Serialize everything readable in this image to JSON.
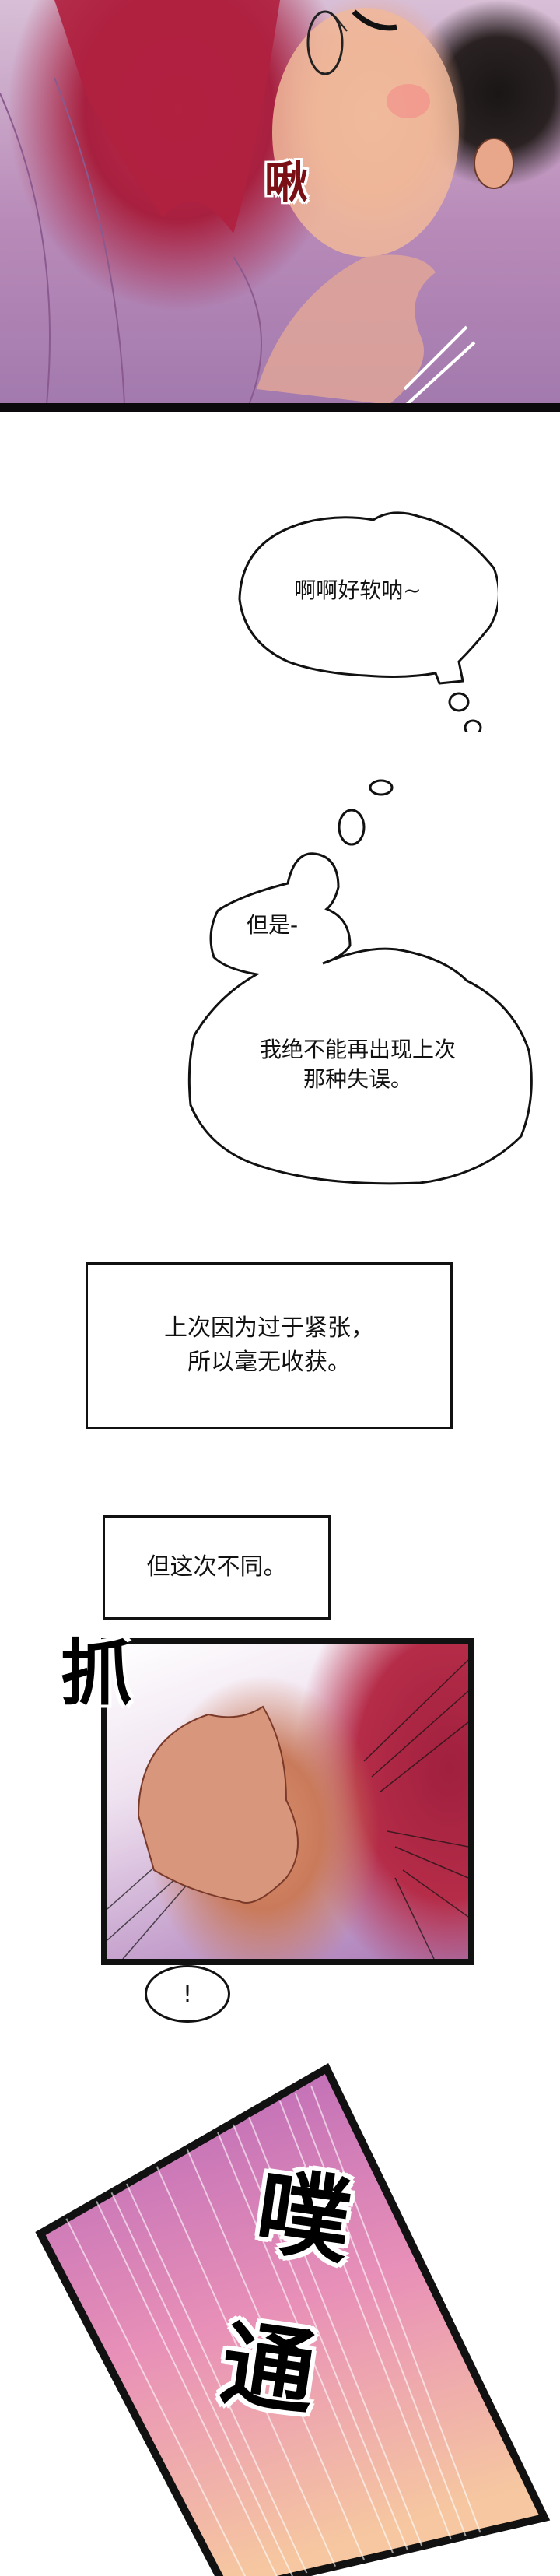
{
  "comic": {
    "panel1": {
      "description": "Red-haired woman kissing a sweating man with glasses, holding his jaw",
      "sfx": "啾"
    },
    "thought_bubble_1": {
      "text": "啊啊好软呐~"
    },
    "thought_bubble_2": {
      "small_text": "但是-",
      "large_text_line1": "我绝不能再出现上次",
      "large_text_line2": "那种失误。"
    },
    "caption_1": {
      "line1": "上次因为过于紧张，",
      "line2": "所以毫无收获。"
    },
    "caption_2": {
      "text": "但这次不同。"
    },
    "panel2": {
      "description": "Close-up of hand grabbing, red hair at right, speed lines",
      "sfx": "抓",
      "reaction": "!"
    },
    "panel3": {
      "description": "Tilted panel with pink-purple speed lines",
      "sfx_line1": "噗",
      "sfx_line2": "通"
    }
  },
  "colors": {
    "ink": "#111111",
    "hair_red": "#b52c48",
    "robe_purple": "#a87ab6",
    "speed_top": "#b566b8",
    "speed_bottom": "#f6c7a0"
  }
}
